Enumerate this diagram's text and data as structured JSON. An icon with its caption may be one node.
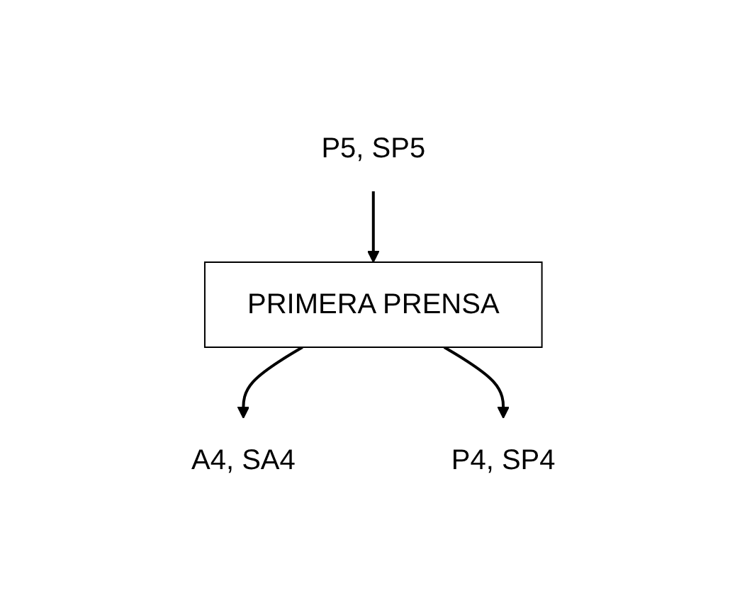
{
  "diagram": {
    "nodes": [
      {
        "text": [
          "P5, SP5"
        ]
      },
      {
        "text": [
          "PRIMERA PRENSA"
        ]
      },
      {
        "text": [
          "A4, SA4"
        ]
      },
      {
        "text": [
          "P4, SP4"
        ]
      }
    ],
    "edges": [
      {
        "from": 0,
        "to": 1,
        "arrow": "to"
      },
      {
        "from": 1,
        "to": 2,
        "arrow": "to"
      },
      {
        "from": 1,
        "to": 3,
        "arrow": "to"
      }
    ]
  }
}
